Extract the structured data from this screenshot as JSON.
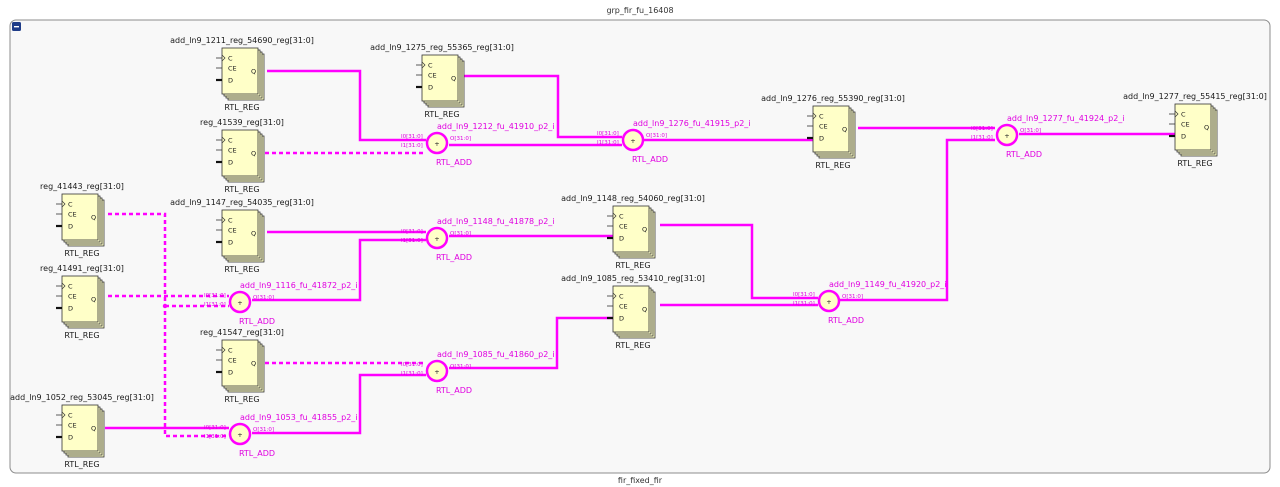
{
  "group": {
    "title": "grp_fir_fu_16408",
    "footer": "fir_fixed_fir",
    "collapse_icon": "minus-icon",
    "colors": {
      "wire": "#ff00ff",
      "register_fill": "#ffffc8",
      "border": "#8c8c8c",
      "background": "#f8f8f8"
    }
  },
  "registers": [
    {
      "id": "r1211",
      "name": "add_ln9_1211_reg_54690_reg[31:0]",
      "type": "RTL_REG",
      "ports": [
        "C",
        "CE",
        "Q",
        "D"
      ]
    },
    {
      "id": "r1275",
      "name": "add_ln9_1275_reg_55365_reg[31:0]",
      "type": "RTL_REG",
      "ports": [
        "C",
        "CE",
        "Q",
        "D"
      ]
    },
    {
      "id": "r41539",
      "name": "reg_41539_reg[31:0]",
      "type": "RTL_REG",
      "ports": [
        "C",
        "CE",
        "Q",
        "D"
      ]
    },
    {
      "id": "r1276",
      "name": "add_ln9_1276_reg_55390_reg[31:0]",
      "type": "RTL_REG",
      "ports": [
        "C",
        "CE",
        "Q",
        "D"
      ]
    },
    {
      "id": "r1277",
      "name": "add_ln9_1277_reg_55415_reg[31:0]",
      "type": "RTL_REG",
      "ports": [
        "C",
        "CE",
        "Q",
        "D"
      ]
    },
    {
      "id": "r41443",
      "name": "reg_41443_reg[31:0]",
      "type": "RTL_REG",
      "ports": [
        "C",
        "CE",
        "Q",
        "D"
      ]
    },
    {
      "id": "r1147",
      "name": "add_ln9_1147_reg_54035_reg[31:0]",
      "type": "RTL_REG",
      "ports": [
        "C",
        "CE",
        "Q",
        "D"
      ]
    },
    {
      "id": "r1148",
      "name": "add_ln9_1148_reg_54060_reg[31:0]",
      "type": "RTL_REG",
      "ports": [
        "C",
        "CE",
        "Q",
        "D"
      ]
    },
    {
      "id": "r41491",
      "name": "reg_41491_reg[31:0]",
      "type": "RTL_REG",
      "ports": [
        "C",
        "CE",
        "Q",
        "D"
      ]
    },
    {
      "id": "r1085",
      "name": "add_ln9_1085_reg_53410_reg[31:0]",
      "type": "RTL_REG",
      "ports": [
        "C",
        "CE",
        "Q",
        "D"
      ]
    },
    {
      "id": "r41547",
      "name": "reg_41547_reg[31:0]",
      "type": "RTL_REG",
      "ports": [
        "C",
        "CE",
        "Q",
        "D"
      ]
    },
    {
      "id": "r1052",
      "name": "add_ln9_1052_reg_53045_reg[31:0]",
      "type": "RTL_REG",
      "ports": [
        "C",
        "CE",
        "Q",
        "D"
      ]
    }
  ],
  "adders": [
    {
      "id": "a1212",
      "name": "add_ln9_1212_fu_41910_p2_i",
      "type": "RTL_ADD",
      "pins": [
        "I0[31:0]",
        "I1[31:0]",
        "O[31:0]"
      ],
      "symbol": "+"
    },
    {
      "id": "a1276",
      "name": "add_ln9_1276_fu_41915_p2_i",
      "type": "RTL_ADD",
      "pins": [
        "I0[31:0]",
        "I1[31:0]",
        "O[31:0]"
      ],
      "symbol": "+"
    },
    {
      "id": "a1277",
      "name": "add_ln9_1277_fu_41924_p2_i",
      "type": "RTL_ADD",
      "pins": [
        "I0[31:0]",
        "I1[31:0]",
        "O[31:0]"
      ],
      "symbol": "+"
    },
    {
      "id": "a1148",
      "name": "add_ln9_1148_fu_41878_p2_i",
      "type": "RTL_ADD",
      "pins": [
        "I0[31:0]",
        "I1[31:0]",
        "O[31:0]"
      ],
      "symbol": "+"
    },
    {
      "id": "a1116",
      "name": "add_ln9_1116_fu_41872_p2_i",
      "type": "RTL_ADD",
      "pins": [
        "I0[31:0]",
        "I1[31:0]",
        "O[31:0]"
      ],
      "symbol": "+"
    },
    {
      "id": "a1149",
      "name": "add_ln9_1149_fu_41920_p2_i",
      "type": "RTL_ADD",
      "pins": [
        "I0[31:0]",
        "I1[31:0]",
        "O[31:0]"
      ],
      "symbol": "+"
    },
    {
      "id": "a1085",
      "name": "add_ln9_1085_fu_41860_p2_i",
      "type": "RTL_ADD",
      "pins": [
        "I0[31:0]",
        "I1[31:0]",
        "O[31:0]"
      ],
      "symbol": "+"
    },
    {
      "id": "a1053",
      "name": "add_ln9_1053_fu_41855_p2_i",
      "type": "RTL_ADD",
      "pins": [
        "I0[31:0]",
        "I1[31:0]",
        "O[31:0]"
      ],
      "symbol": "+"
    }
  ]
}
